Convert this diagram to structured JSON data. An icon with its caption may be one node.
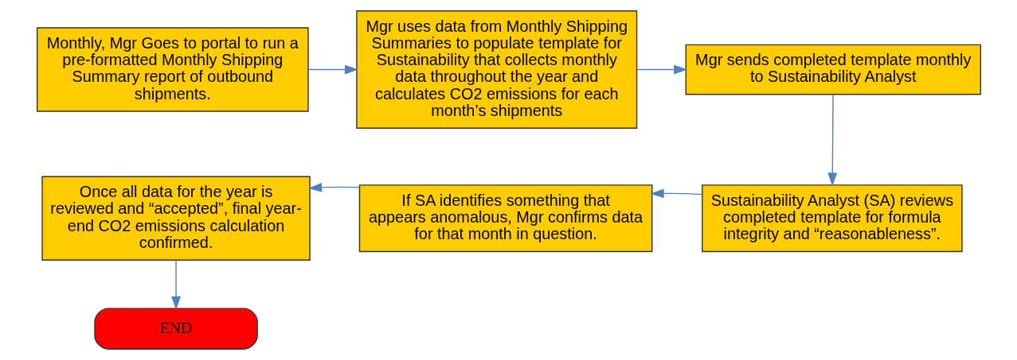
{
  "diagram": {
    "nodes": [
      {
        "text": [
          "Monthly, Mgr Goes to portal to run a pre-formatted Monthly Shipping Summary report of outbound shipments."
        ]
      },
      {
        "text": [
          "Mgr uses data from Monthly Shipping Summaries to populate template for Sustainability that collects monthly data throughout the year and calculates CO2 emissions for each month’s shipments"
        ]
      },
      {
        "text": [
          "Mgr sends completed template monthly to Sustainability Analyst"
        ]
      },
      {
        "text": [
          "Sustainability Analyst (SA) reviews completed template for formula integrity and “reasonableness”."
        ]
      },
      {
        "text": [
          "If SA identifies something that appears anomalous, Mgr confirms data for that month in question."
        ]
      },
      {
        "text": [
          "Once all data for the year is reviewed and “accepted”, final year-end CO2 emissions calculation confirmed."
        ]
      },
      {
        "text": [
          "END"
        ]
      }
    ],
    "edges": [
      {
        "from": 0,
        "to": 1,
        "arrow": "to"
      },
      {
        "from": 1,
        "to": 2,
        "arrow": "to"
      },
      {
        "from": 2,
        "to": 3,
        "arrow": "to"
      },
      {
        "from": 3,
        "to": 4,
        "arrow": "to"
      },
      {
        "from": 4,
        "to": 5,
        "arrow": "to"
      },
      {
        "from": 5,
        "to": 6,
        "arrow": "to"
      }
    ]
  }
}
